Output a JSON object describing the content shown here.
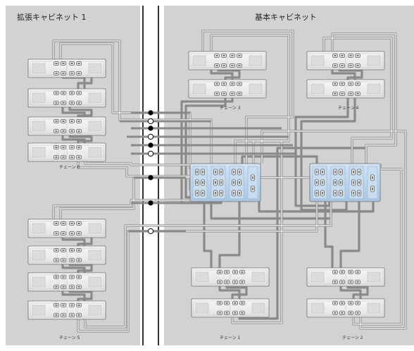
{
  "expansion_cabinet": {
    "title": "拡張キャビネット 1",
    "chain_6_label": "チェーン 6",
    "chain_5_label": "チェーン 5"
  },
  "base_cabinet": {
    "title": "基本キャビネット",
    "chain_3_label": "チェーン 3",
    "chain_4_label": "チェーン 4",
    "chain_1_label": "チェーン 1",
    "chain_2_label": "チェーン 2"
  },
  "colors": {
    "cabinet_fill": "#d2d2d2",
    "shelf_fill": "#efefef",
    "controller_fill": "#b9d2ea",
    "cable_outer": "#8a8a8a",
    "cable_inner": "#eaeaea",
    "divider": "#000000"
  },
  "connector_icons": [
    "filled-dot-icon",
    "hollow-dot-icon"
  ]
}
